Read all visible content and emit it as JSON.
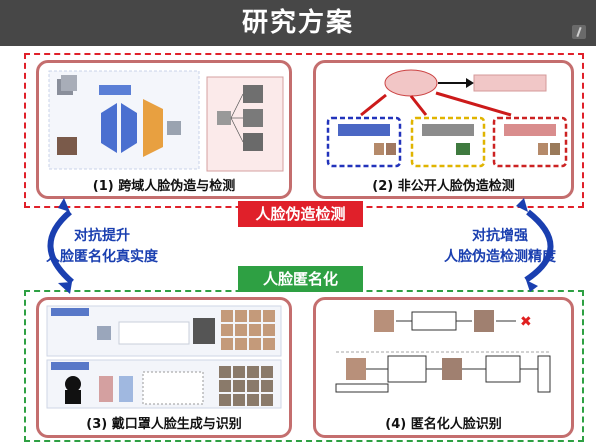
{
  "title": "研究方案",
  "regions": {
    "detection_label": "人脸伪造检测",
    "anonymization_label": "人脸匿名化"
  },
  "panels": [
    {
      "caption": "(1) 跨域人脸伪造与检测"
    },
    {
      "caption": "(2) 非公开人脸伪造检测"
    },
    {
      "caption": "(3) 戴口罩人脸生成与识别"
    },
    {
      "caption": "(4) 匿名化人脸识别"
    }
  ],
  "side_labels": {
    "left_line1": "对抗提升",
    "left_line2": "人脸匿名化真实度",
    "right_line1": "对抗增强",
    "right_line2": "人脸伪造检测精度"
  },
  "colors": {
    "title_bar": "#474747",
    "detection_accent": "#e0202a",
    "anonymization_accent": "#2ea043",
    "arrow_blue": "#1a3fb0",
    "panel_border": "#c46e6e"
  },
  "icons": [
    "slide-corner-icon"
  ]
}
